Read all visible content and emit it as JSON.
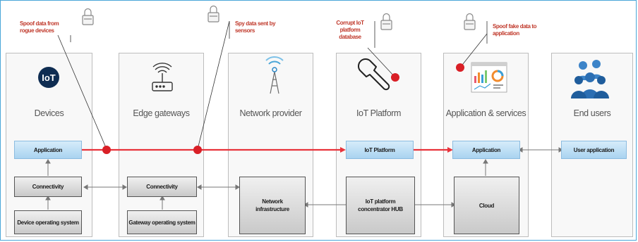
{
  "columns": [
    {
      "title": "Devices",
      "icon": "iot-badge-icon",
      "icon_text": "IoT"
    },
    {
      "title": "Edge gateways",
      "icon": "router-icon"
    },
    {
      "title": "Network provider",
      "icon": "antenna-tower-icon"
    },
    {
      "title": "IoT Platform",
      "icon": "wrench-icon"
    },
    {
      "title": "Application & services",
      "icon": "dashboard-icon"
    },
    {
      "title": "End users",
      "icon": "users-group-icon"
    }
  ],
  "boxes": {
    "devices_application": "Application",
    "devices_connectivity": "Connectivity",
    "devices_os": "Device operating system",
    "gateway_connectivity": "Connectivity",
    "gateway_os": "Gateway operating system",
    "network_infrastructure": "Network infrastructure",
    "platform_iot": "IoT Platform",
    "platform_hub": "IoT platform concentrator HUB",
    "app_application": "Application",
    "app_cloud": "Cloud",
    "user_application": "User application"
  },
  "annotations": {
    "spoof_devices": "Spoof data from rogue devices",
    "spy_sensors": "Spy data sent by sensors",
    "corrupt_database": "Corrupt IoT platform database",
    "spoof_application": "Spoof fake data to application"
  },
  "colors": {
    "attack_line": "#e8333b",
    "attack_dot": "#d91f26",
    "annotation_text": "#c0392b",
    "box_blue": "#a9d3f0",
    "frame_border": "#4aa6d8"
  }
}
